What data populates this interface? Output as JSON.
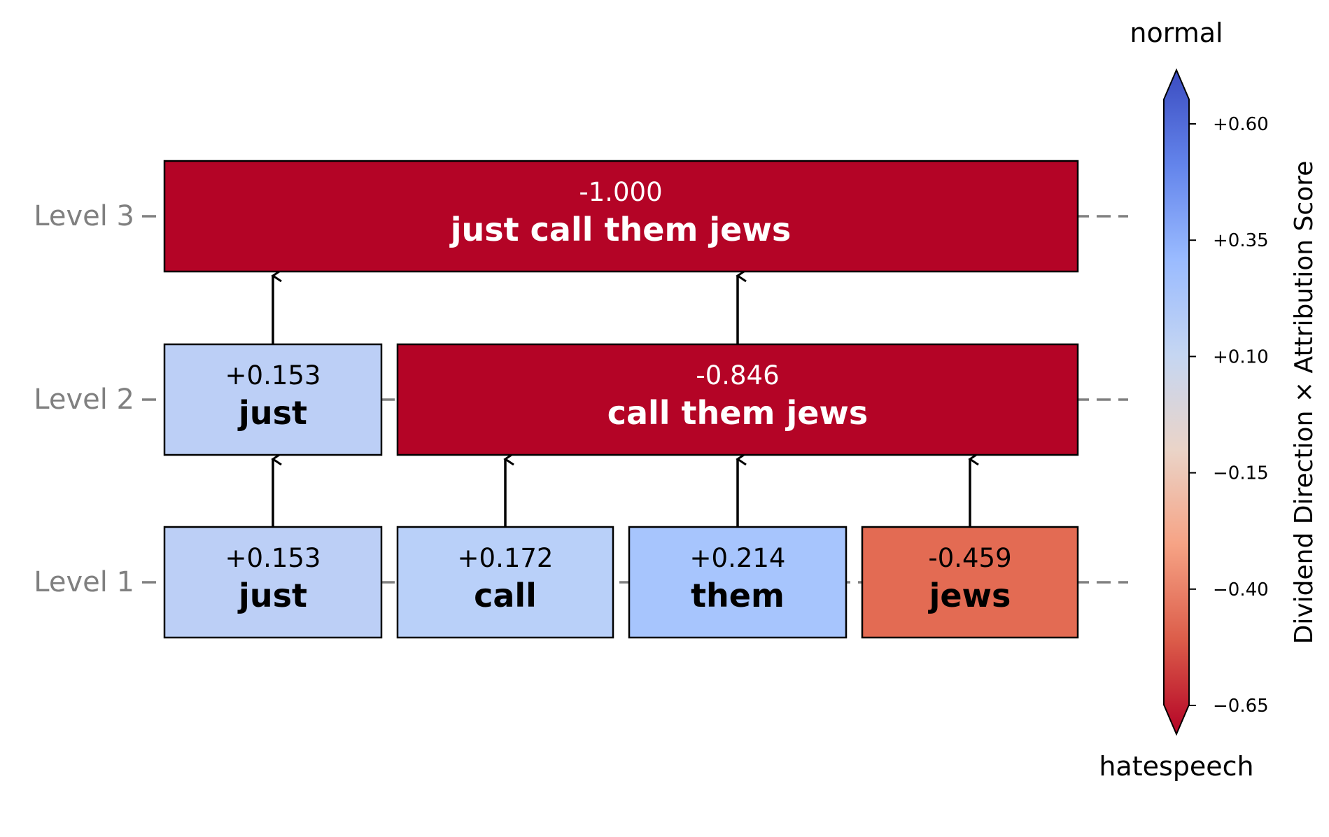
{
  "levels": [
    {
      "label": "Level 1"
    },
    {
      "label": "Level 2"
    },
    {
      "label": "Level 3"
    }
  ],
  "nodes": [
    {
      "id": "l1-just",
      "level": 1,
      "value": "+0.153",
      "word": "just",
      "score": 0.153,
      "text_color": "#000000"
    },
    {
      "id": "l1-call",
      "level": 1,
      "value": "+0.172",
      "word": "call",
      "score": 0.172,
      "text_color": "#000000"
    },
    {
      "id": "l1-them",
      "level": 1,
      "value": "+0.214",
      "word": "them",
      "score": 0.214,
      "text_color": "#000000"
    },
    {
      "id": "l1-jews",
      "level": 1,
      "value": "-0.459",
      "word": "jews",
      "score": -0.459,
      "text_color": "#000000"
    },
    {
      "id": "l2-just",
      "level": 2,
      "value": "+0.153",
      "word": "just",
      "score": 0.153,
      "text_color": "#000000"
    },
    {
      "id": "l2-call-them-jews",
      "level": 2,
      "value": "-0.846",
      "word": "call them jews",
      "score": -0.846,
      "text_color": "#ffffff"
    },
    {
      "id": "l3-just-call-them-jews",
      "level": 3,
      "value": "-1.000",
      "word": "just call them jews",
      "score": -1.0,
      "text_color": "#ffffff"
    }
  ],
  "node_colors": {
    "l1-just": "#bccff6",
    "l1-call": "#b9d0f9",
    "l1-them": "#a7c5fd",
    "l1-jews": "#e36b53",
    "l2-just": "#bccff6",
    "l2-call-them-jews": "#b40426",
    "l3-just-call-them-jews": "#b40426"
  },
  "edges": [
    {
      "from": "l1-just",
      "to": "l2-just"
    },
    {
      "from": "l1-call",
      "to": "l2-call-them-jews"
    },
    {
      "from": "l1-them",
      "to": "l2-call-them-jews"
    },
    {
      "from": "l1-jews",
      "to": "l2-call-them-jews"
    },
    {
      "from": "l2-just",
      "to": "l3-just-call-them-jews"
    },
    {
      "from": "l2-call-them-jews",
      "to": "l3-just-call-them-jews"
    }
  ],
  "colorbar": {
    "top_label": "normal",
    "bottom_label": "hatespeech",
    "axis_label": "Dividend Direction × Attribution Score",
    "ticks": [
      "+0.60",
      "+0.35",
      "+0.10",
      "−0.15",
      "−0.40",
      "−0.65"
    ],
    "tick_values": [
      0.6,
      0.35,
      0.1,
      -0.15,
      -0.4,
      -0.65
    ],
    "range": [
      -0.65,
      0.6
    ],
    "colormap": "coolwarm",
    "gradient_colors": [
      "#b40426",
      "#dc5d4a",
      "#f6a385",
      "#ead4c8",
      "#c5d6f2",
      "#9abbff",
      "#6384eb",
      "#3b4cc0"
    ]
  },
  "colors": {
    "edge": "#000000",
    "level_text": "#808080",
    "dash": "#808080"
  }
}
